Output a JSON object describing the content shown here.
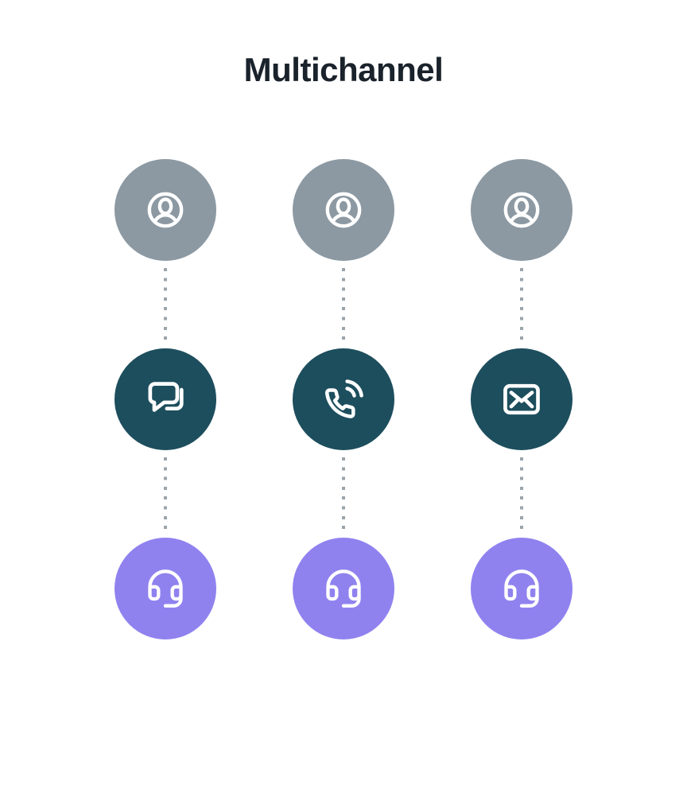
{
  "title": "Multichannel",
  "colors": {
    "page_bg": "#ffffff",
    "title_text": "#1a222b",
    "user_circle": "#8c99a3",
    "channel_circle": "#1d4e5d",
    "agent_circle": "#8f82ef",
    "connector_dot": "#9aa4ab",
    "icon_stroke": "#ffffff"
  },
  "columns": [
    {
      "id": "chat",
      "nodes": [
        {
          "row": "top",
          "icon": "user-circle-icon",
          "circle_color": "#8c99a3"
        },
        {
          "row": "middle",
          "icon": "chat-bubbles-icon",
          "circle_color": "#1d4e5d"
        },
        {
          "row": "bottom",
          "icon": "headset-icon",
          "circle_color": "#8f82ef"
        }
      ]
    },
    {
      "id": "phone",
      "nodes": [
        {
          "row": "top",
          "icon": "user-circle-icon",
          "circle_color": "#8c99a3"
        },
        {
          "row": "middle",
          "icon": "phone-ringing-icon",
          "circle_color": "#1d4e5d"
        },
        {
          "row": "bottom",
          "icon": "headset-icon",
          "circle_color": "#8f82ef"
        }
      ]
    },
    {
      "id": "email",
      "nodes": [
        {
          "row": "top",
          "icon": "user-circle-icon",
          "circle_color": "#8c99a3"
        },
        {
          "row": "middle",
          "icon": "email-envelope-icon",
          "circle_color": "#1d4e5d"
        },
        {
          "row": "bottom",
          "icon": "headset-icon",
          "circle_color": "#8f82ef"
        }
      ]
    }
  ],
  "connector_style": "vertical-dotted"
}
